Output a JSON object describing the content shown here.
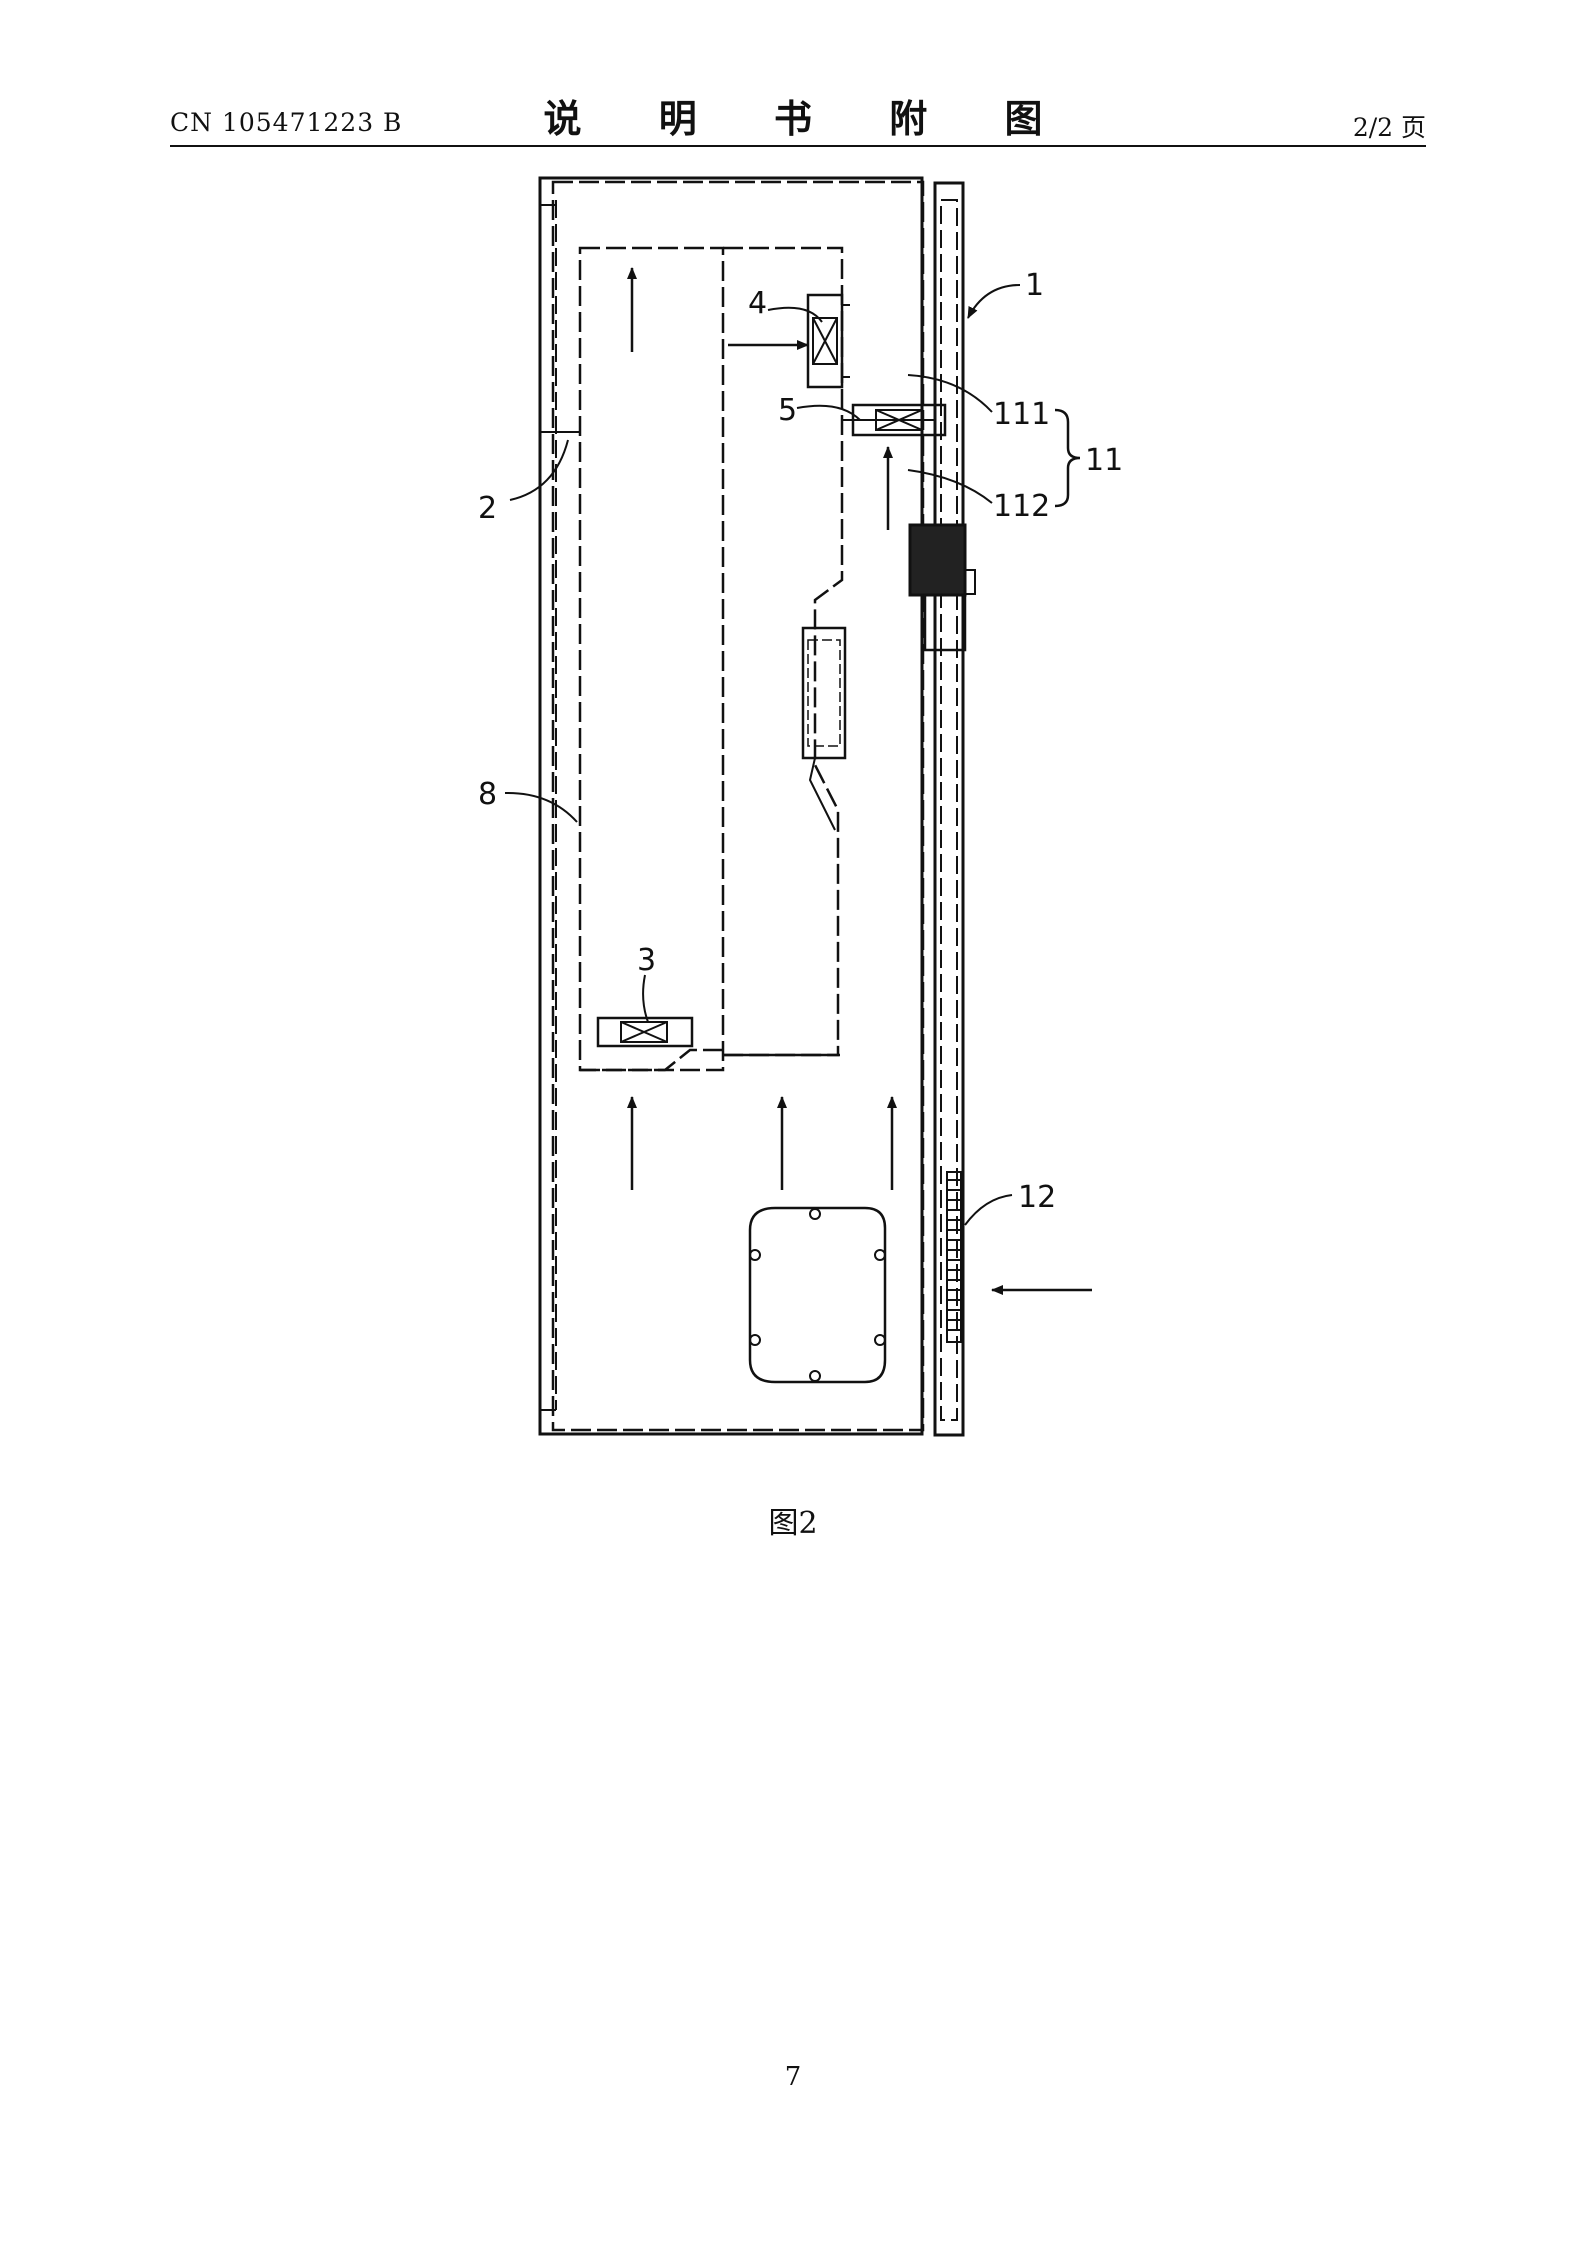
{
  "header": {
    "patent_number": "CN 105471223 B",
    "title": "说 明 书 附 图",
    "page_label": "2/2 页"
  },
  "figure": {
    "caption": "图2",
    "labels": {
      "l1": "1",
      "l2": "2",
      "l3": "3",
      "l4": "4",
      "l5": "5",
      "l8": "8",
      "l11": "11",
      "l111": "111",
      "l112": "112",
      "l12": "12"
    }
  },
  "footer": {
    "page_number": "7"
  }
}
